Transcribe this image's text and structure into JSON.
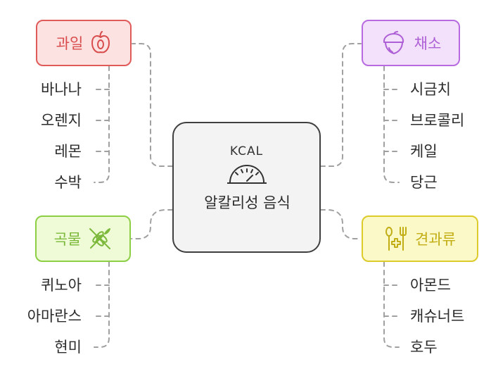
{
  "center": {
    "icon_text": "KCAL",
    "title": "알칼리성 음식",
    "icon": "scale-icon"
  },
  "branches": {
    "fruit": {
      "label": "과일",
      "icon": "apple-icon",
      "color": "#e05a5a",
      "items": [
        "바나나",
        "오렌지",
        "레몬",
        "수박"
      ]
    },
    "vegetable": {
      "label": "채소",
      "icon": "acorn-icon",
      "color": "#b86be0",
      "items": [
        "시금치",
        "브로콜리",
        "케일",
        "당근"
      ]
    },
    "grain": {
      "label": "곡물",
      "icon": "no-wheat-icon",
      "color": "#8ccf44",
      "items": [
        "퀴노아",
        "아마란스",
        "현미"
      ]
    },
    "nut": {
      "label": "견과류",
      "icon": "health-food-icon",
      "color": "#dccb2a",
      "items": [
        "아몬드",
        "캐슈너트",
        "호두"
      ]
    }
  }
}
